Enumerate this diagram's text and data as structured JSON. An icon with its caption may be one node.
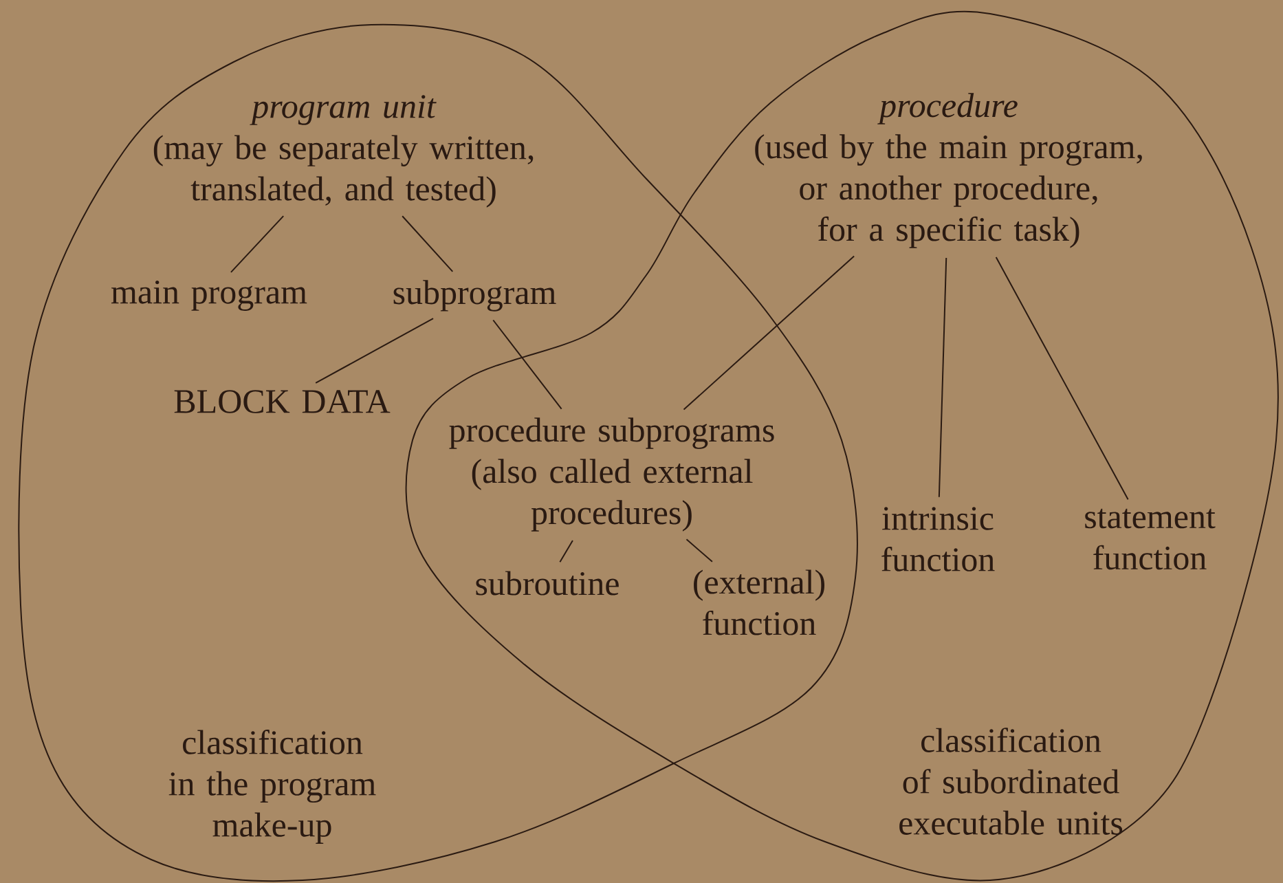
{
  "diagram": {
    "nodes": [
      {
        "text": [
          "classification in the program make-up"
        ]
      },
      {
        "text": [
          "classification of subordinated executable units"
        ]
      },
      {
        "text": [
          "program unit",
          "(may be separately written, translated, and tested)"
        ],
        "in": 0
      },
      {
        "text": [
          "main program"
        ],
        "in": 0
      },
      {
        "text": [
          "subprogram"
        ],
        "in": 0
      },
      {
        "text": [
          "BLOCK DATA"
        ],
        "in": 0
      },
      {
        "text": [
          "procedure",
          "(used by the main program, or another procedure, for a specific task)"
        ],
        "in": 1
      },
      {
        "text": [
          "procedure subprograms (also called external procedures)"
        ]
      },
      {
        "text": [
          "subroutine"
        ]
      },
      {
        "text": [
          "(external) function"
        ]
      },
      {
        "text": [
          "intrinsic function"
        ],
        "in": 1
      },
      {
        "text": [
          "statement function"
        ],
        "in": 1
      }
    ],
    "edges": [
      {
        "from": 2,
        "to": 3,
        "arrow": "none"
      },
      {
        "from": 2,
        "to": 4,
        "arrow": "none"
      },
      {
        "from": 4,
        "to": 5,
        "arrow": "none"
      },
      {
        "from": 4,
        "to": 7,
        "arrow": "none"
      },
      {
        "from": 6,
        "to": 7,
        "arrow": "none"
      },
      {
        "from": 6,
        "to": 10,
        "arrow": "none"
      },
      {
        "from": 6,
        "to": 11,
        "arrow": "none"
      },
      {
        "from": 7,
        "to": 8,
        "arrow": "none"
      },
      {
        "from": 7,
        "to": 9,
        "arrow": "none"
      }
    ]
  }
}
